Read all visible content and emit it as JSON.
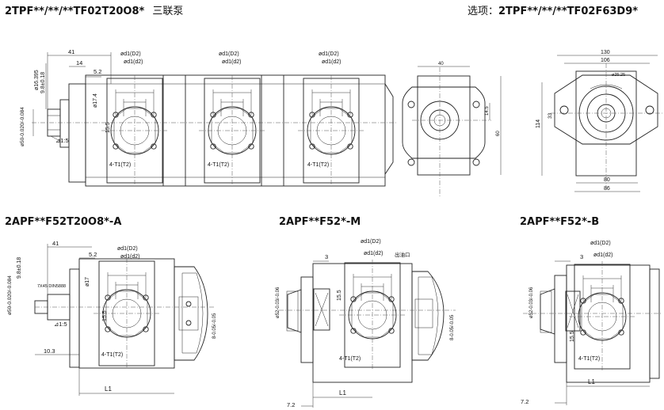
{
  "headers": {
    "triple_model": "2TPF**/**/**TF02T20O8*",
    "triple_desc": "三联泵",
    "option_label": "选项：",
    "option_model": "2TPF**/**/**TF02F63D9*",
    "model_a": "2APF**F52T20O8*-A",
    "model_m": "2APF**F52*-M",
    "model_b": "2APF**F52*-B"
  },
  "triple": {
    "dim_41": "41",
    "dim_14": "14",
    "dim_52": "5.2",
    "shaft_dia": "ø16.395",
    "shaft_len": "9.8±0.18",
    "pilot": "ø17.4",
    "flange": "ø50-0.020/-0.084",
    "taper": "⊿1:5",
    "dim_155": "15.5",
    "ports": [
      {
        "d1": "ød1(D2)",
        "d2": "ød1(d2)",
        "thread": "4-T1(T2)"
      },
      {
        "d1": "ød1(D2)",
        "d2": "ød1(d2)",
        "thread": "4-T1(T2)"
      },
      {
        "d1": "ød1(D2)",
        "d2": "ød1(d2)",
        "thread": "4-T1(T2)"
      }
    ]
  },
  "front": {
    "dim_40": "40",
    "dim_145": "14.5",
    "dim_60": "60"
  },
  "option": {
    "dim_130": "130",
    "dim_106": "106",
    "dim_25": "ø25.25",
    "dim_114": "114",
    "dim_33": "33",
    "dim_80": "80",
    "dim_86": "86"
  },
  "pump_a": {
    "dim_41": "41",
    "dim_52": "5.2",
    "shaft_len": "9.8±0.18",
    "flange": "ø50-0.020/-0.084",
    "spline": "7X45 DIN5888",
    "taper": "⊿1:5",
    "pilot": "ø17",
    "dim_155": "15.5",
    "d1": "ød1(D2)",
    "d2": "ød1(d2)",
    "thread": "4-T1(T2)",
    "side": "8-0.05/-0.05",
    "dim_103": "10.3",
    "len": "L1"
  },
  "pump_m": {
    "dim_3": "3",
    "d1": "ød1(D2)",
    "d2": "ød1(d2)",
    "outlet": "出油口",
    "dim_155": "15.5",
    "left": "ø52-0.03/-0.06",
    "thread": "4-T1(T2)",
    "side": "8-0.05/-0.05",
    "len": "L1",
    "dim_72": "7.2"
  },
  "pump_b": {
    "dim_3": "3",
    "d1": "ød1(D2)",
    "d2": "ød1(d2)",
    "dim_155": "15.5",
    "left": "ø52-0.03/-0.06",
    "thread": "4-T1(T2)",
    "len": "L1",
    "dim_72": "7.2"
  }
}
